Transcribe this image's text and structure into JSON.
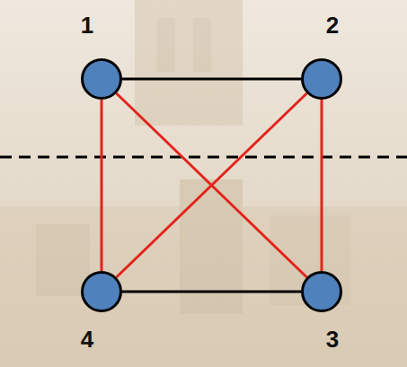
{
  "diagram": {
    "nodes": [
      {
        "text": [
          "1"
        ]
      },
      {
        "text": [
          "2"
        ]
      },
      {
        "text": [
          "4"
        ]
      },
      {
        "text": [
          "3"
        ]
      }
    ],
    "edges": [
      {
        "from": 0,
        "to": 1,
        "arrow": "none"
      },
      {
        "from": 2,
        "to": 3,
        "arrow": "none"
      },
      {
        "from": 0,
        "to": 2,
        "arrow": "none"
      },
      {
        "from": 1,
        "to": 3,
        "arrow": "none"
      },
      {
        "from": 0,
        "to": 3,
        "arrow": "none"
      },
      {
        "from": 1,
        "to": 2,
        "arrow": "none"
      }
    ]
  }
}
